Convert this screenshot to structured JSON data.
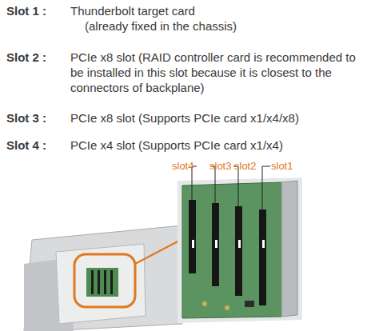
{
  "diagram": {
    "labels": [
      "Slot 1 :",
      "Thunderbolt target card (already fixed in the chassis)",
      "Slot 2 :",
      "PCIe x8 slot (RAID controller card is recommended to be installed in this slot because it is closest to the connectors of backplane)",
      "Slot 3 :",
      "PCIe x8 slot (Supports PCIe card x1/x4/x8)",
      "Slot 4 :",
      "PCIe x4 slot (Supports PCIe card x1/x4)",
      "slot4",
      "slot3",
      "slot2",
      "slot1"
    ]
  }
}
